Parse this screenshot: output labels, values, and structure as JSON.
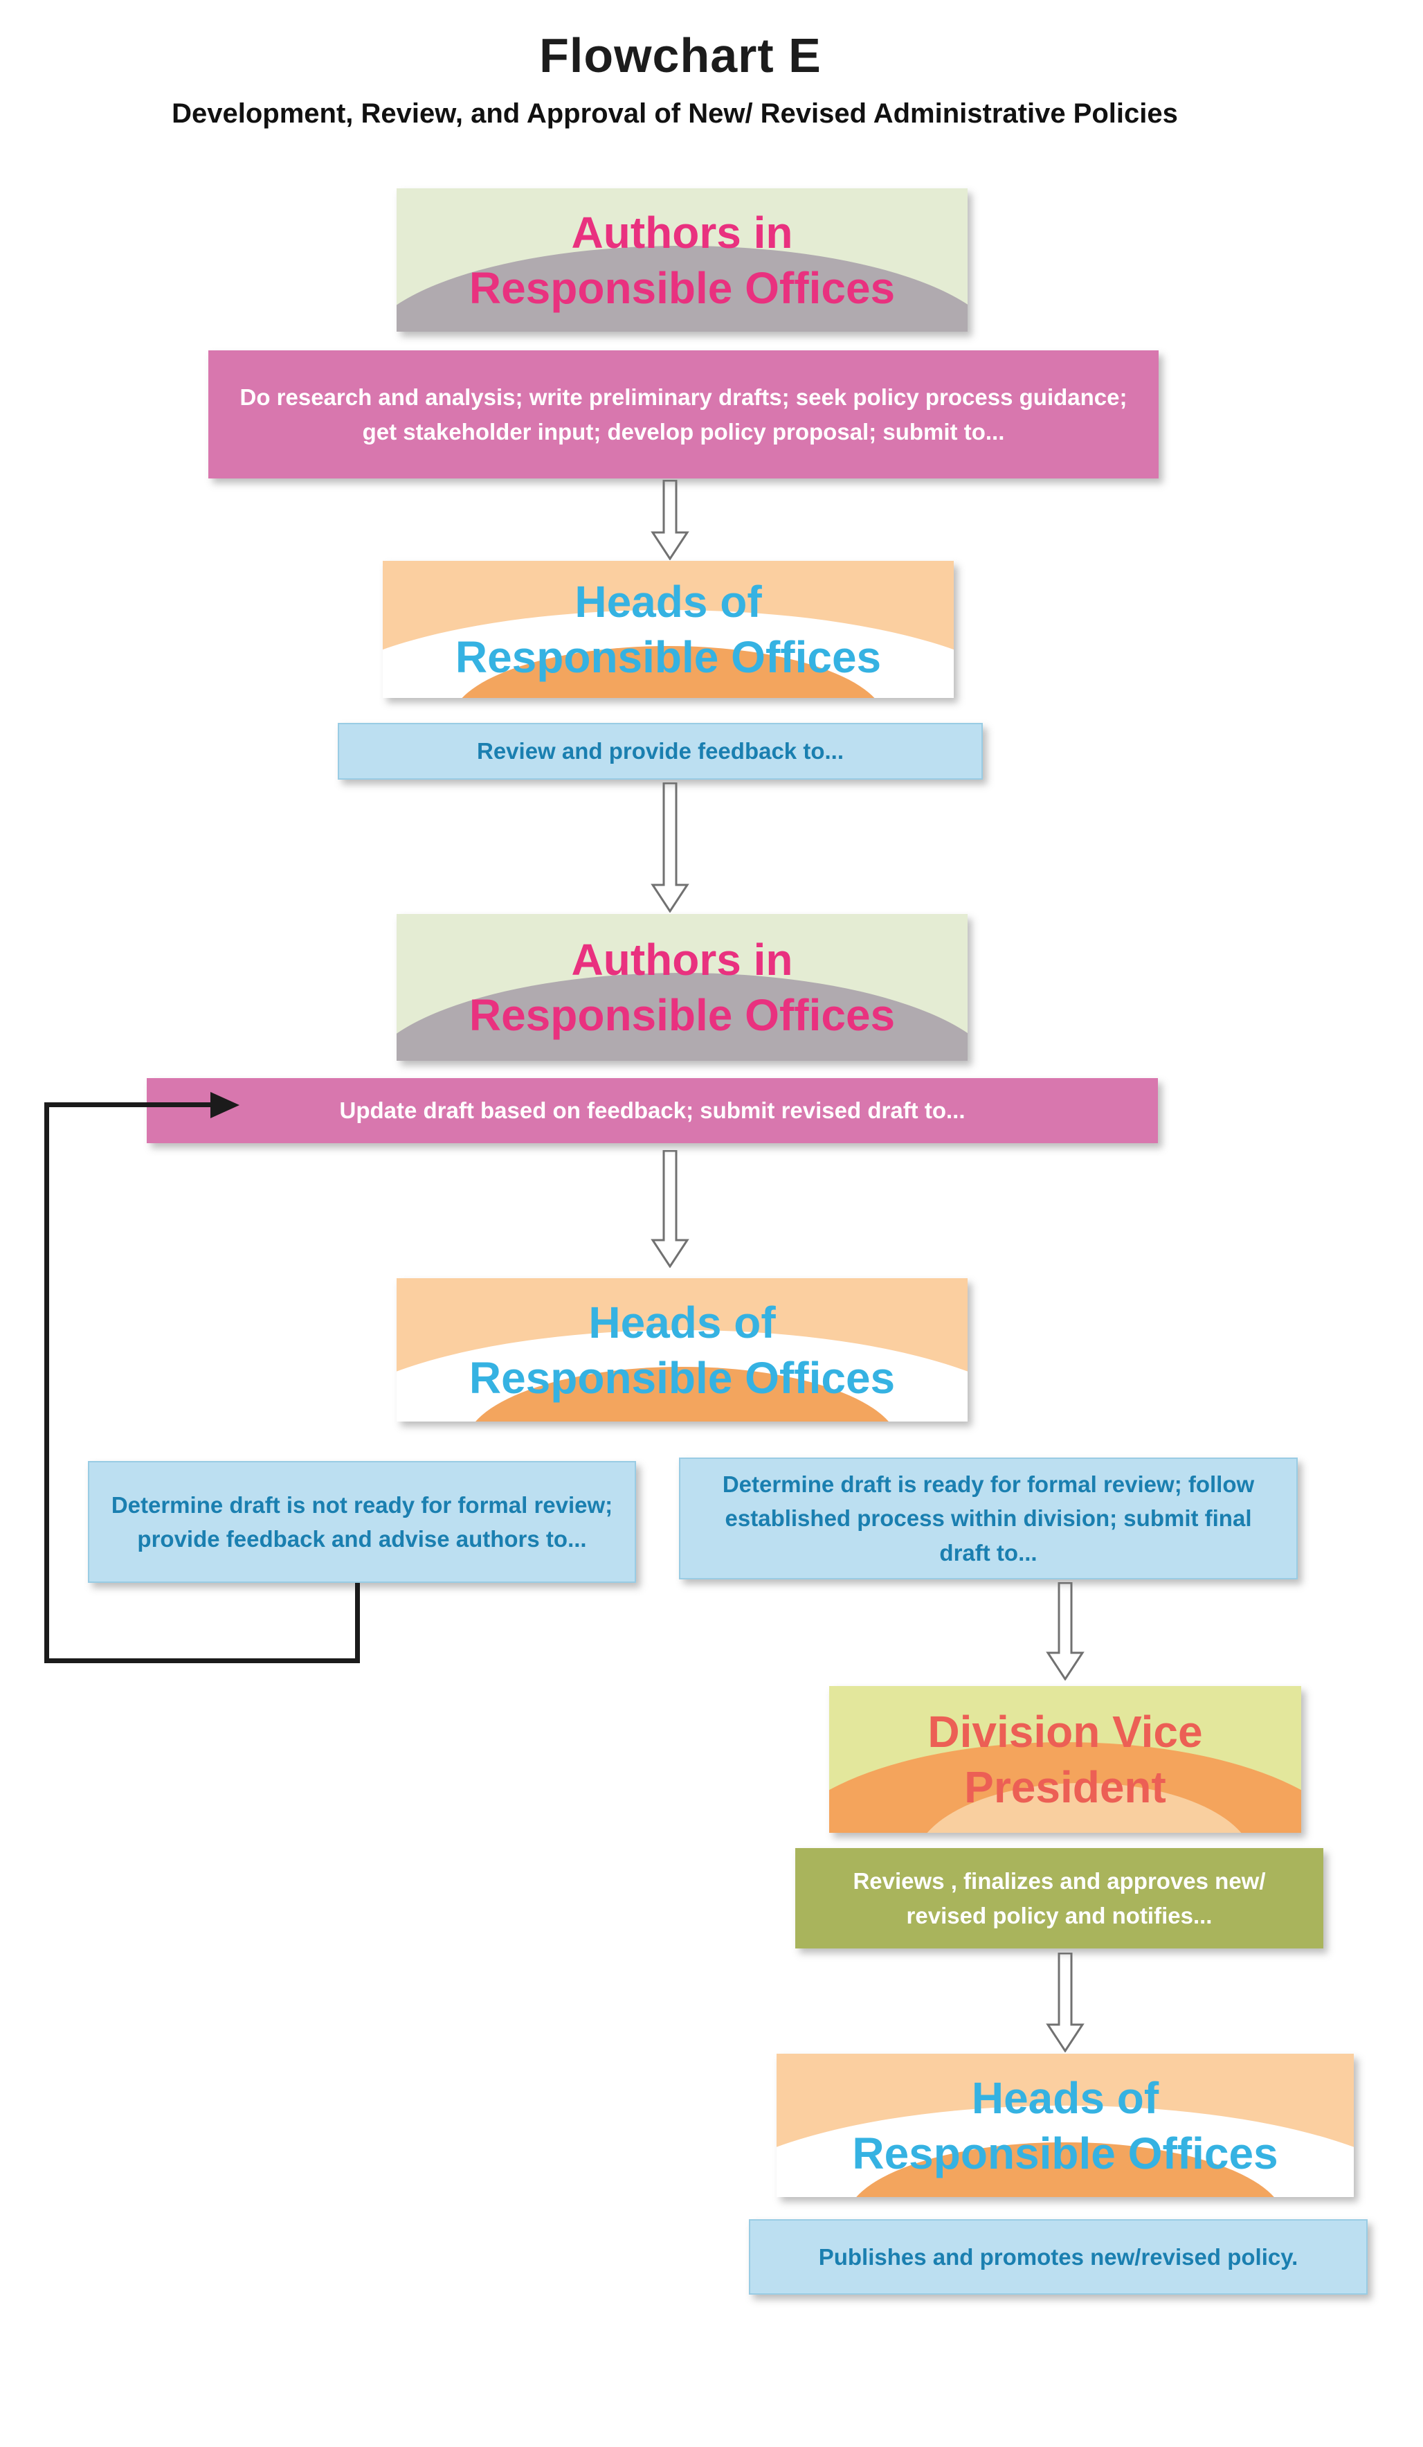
{
  "page": {
    "title": "Flowchart E",
    "subtitle": "Development, Review, and Approval of New/ Revised Administrative Policies"
  },
  "nodes": {
    "authors1": {
      "line1": "Authors in",
      "line2": "Responsible Offices"
    },
    "authors1_action": "Do research and analysis; write preliminary drafts; seek policy process guidance; get stakeholder input; develop policy proposal; submit to...",
    "heads1": {
      "line1": "Heads of",
      "line2": "Responsible Offices"
    },
    "heads1_action": "Review and provide feedback to...",
    "authors2": {
      "line1": "Authors in",
      "line2": "Responsible Offices"
    },
    "authors2_action": "Update draft based on feedback; submit revised draft to...",
    "heads2": {
      "line1": "Heads of",
      "line2": "Responsible Offices"
    },
    "heads2_not_ready": "Determine draft is not ready for formal review;  provide feedback and advise authors to...",
    "heads2_ready": "Determine draft is ready for formal review; follow established process within division; submit final draft to...",
    "vp": {
      "line1": "Division Vice",
      "line2": "President"
    },
    "vp_action": "Reviews , finalizes and approves new/ revised policy and notifies...",
    "heads3": {
      "line1": "Heads of",
      "line2": "Responsible Offices"
    },
    "heads3_action": "Publishes and promotes new/revised policy."
  },
  "colors": {
    "authors_text": "#e9317f",
    "authors_bg": "#e4ecd3",
    "authors_arch": "#a79fa8",
    "heads_text": "#35b2e2",
    "heads_bg": "#fbcfa0",
    "heads_arch_orange": "#f3a55e",
    "vp_text": "#ec5f55",
    "vp_bg": "#e3e79c",
    "pink_action_bg": "#d877ae",
    "blue_action_bg": "#bcdff1",
    "blue_action_text": "#1a7fb0",
    "olive_action_bg": "#a9b45c",
    "loop_line": "#1b1b1b"
  }
}
